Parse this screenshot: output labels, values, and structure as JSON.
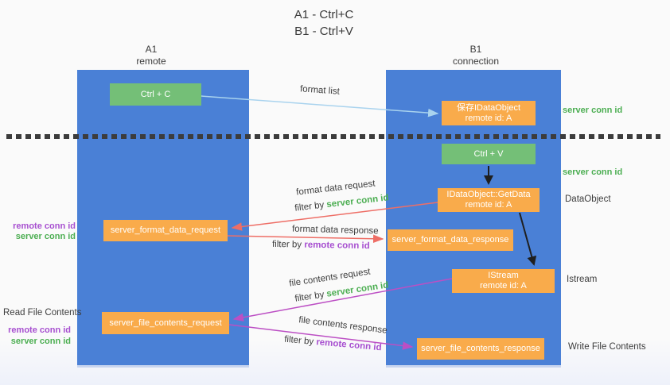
{
  "title": {
    "line1": "A1 - Ctrl+C",
    "line2": "B1 - Ctrl+V"
  },
  "lanes": {
    "left": {
      "title": "A1",
      "subtitle": "remote"
    },
    "right": {
      "title": "B1",
      "subtitle": "connection"
    }
  },
  "nodes": {
    "ctrl_c": {
      "label": "Ctrl + C"
    },
    "save_idataobject": {
      "line1": "保存IDataObject",
      "line2": "remote id: A"
    },
    "ctrl_v": {
      "label": "Ctrl + V"
    },
    "idataobject_getdata": {
      "line1": "IDataObject::GetData",
      "line2": "remote id: A"
    },
    "server_format_data_request": {
      "label": "server_format_data_request"
    },
    "server_format_data_response": {
      "label": "server_format_data_response"
    },
    "istream": {
      "line1": "IStream",
      "line2": "remote id: A"
    },
    "server_file_contents_request": {
      "label": "server_file_contents_request"
    },
    "server_file_contents_response": {
      "label": "server_file_contents_response"
    }
  },
  "arrow_labels": {
    "format_list": "format list",
    "format_data_request": "format data request",
    "format_data_request_filter": {
      "prefix": "filter by ",
      "value": "server conn id"
    },
    "format_data_response": "format data response",
    "format_data_response_filter": {
      "prefix": "filter by ",
      "value": "remote conn id"
    },
    "file_contents_request": "file contents request",
    "file_contents_request_filter": {
      "prefix": "filter by ",
      "value": "server conn id"
    },
    "file_contents_response": "file contents response",
    "file_contents_response_filter": {
      "prefix": "filter by ",
      "value": "remote conn id"
    }
  },
  "side_labels": {
    "right_server_conn_id_top": "server conn id",
    "right_server_conn_id_mid": "server conn id",
    "right_dataobject": "DataObject",
    "right_istream": "Istream",
    "right_write_file_contents": "Write File Contents",
    "left_remote_conn_id_top": "remote conn id",
    "left_server_conn_id_top": "server conn id",
    "left_read_file_contents": "Read File Contents",
    "left_remote_conn_id_bottom": "remote conn id",
    "left_server_conn_id_bottom": "server conn id"
  },
  "colors": {
    "lane_blue": "#4a80d6",
    "box_green": "#74bf77",
    "box_orange": "#f9ab4b",
    "arrow_lightblue": "#a9d3ee",
    "arrow_red": "#ee6e66",
    "arrow_magenta": "#bc4fc4",
    "arrow_black": "#1f1f1f",
    "text_green": "#4cae52",
    "text_purple": "#a74fd0",
    "text_gray": "#3d3d3d"
  }
}
